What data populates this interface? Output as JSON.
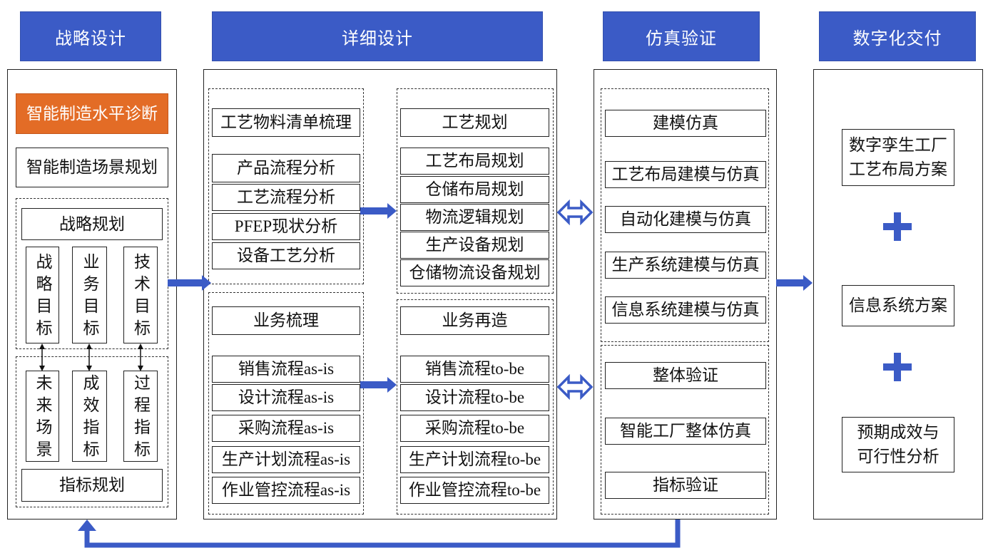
{
  "colors": {
    "header_blue": "#3b5bc6",
    "arrow_blue": "#3b5bc6",
    "diagnosis_orange": "#e36c26"
  },
  "icons": {
    "plus": "plus-icon"
  },
  "headers": [
    "战略设计",
    "详细设计",
    "仿真验证",
    "数字化交付"
  ],
  "strategy_design": {
    "diagnosis": "智能制造水平诊断",
    "scenario_planning": "智能制造场景规划",
    "strategic_planning": "战略规划",
    "goals": [
      "战略目标",
      "业务目标",
      "技术目标"
    ],
    "indicators": [
      "未来场景",
      "成效指标",
      "过程指标"
    ],
    "indicator_planning": "指标规划"
  },
  "detailed_design": {
    "process_review": {
      "title": "工艺物料清单梳理",
      "items": [
        "产品流程分析",
        "工艺流程分析",
        "PFEP现状分析",
        "设备工艺分析"
      ]
    },
    "process_planning": {
      "title": "工艺规划",
      "items": [
        "工艺布局规划",
        "仓储布局规划",
        "物流逻辑规划",
        "生产设备规划",
        "仓储物流设备规划"
      ]
    },
    "business_review": {
      "title": "业务梳理",
      "items": [
        "销售流程as-is",
        "设计流程as-is",
        "采购流程as-is",
        "生产计划流程as-is",
        "作业管控流程as-is"
      ]
    },
    "business_reengineering": {
      "title": "业务再造",
      "items": [
        "销售流程to-be",
        "设计流程to-be",
        "采购流程to-be",
        "生产计划流程to-be",
        "作业管控流程to-be"
      ]
    }
  },
  "simulation_validation": {
    "modeling": {
      "title": "建模仿真",
      "items": [
        "工艺布局建模与仿真",
        "自动化建模与仿真",
        "生产系统建模与仿真",
        "信息系统建模与仿真"
      ]
    },
    "overall": {
      "title": "整体验证",
      "items": [
        "智能工厂整体仿真",
        "指标验证"
      ]
    }
  },
  "digital_delivery": {
    "items": [
      "数字孪生工厂\n工艺布局方案",
      "信息系统方案",
      "预期成效与\n可行性分析"
    ]
  }
}
